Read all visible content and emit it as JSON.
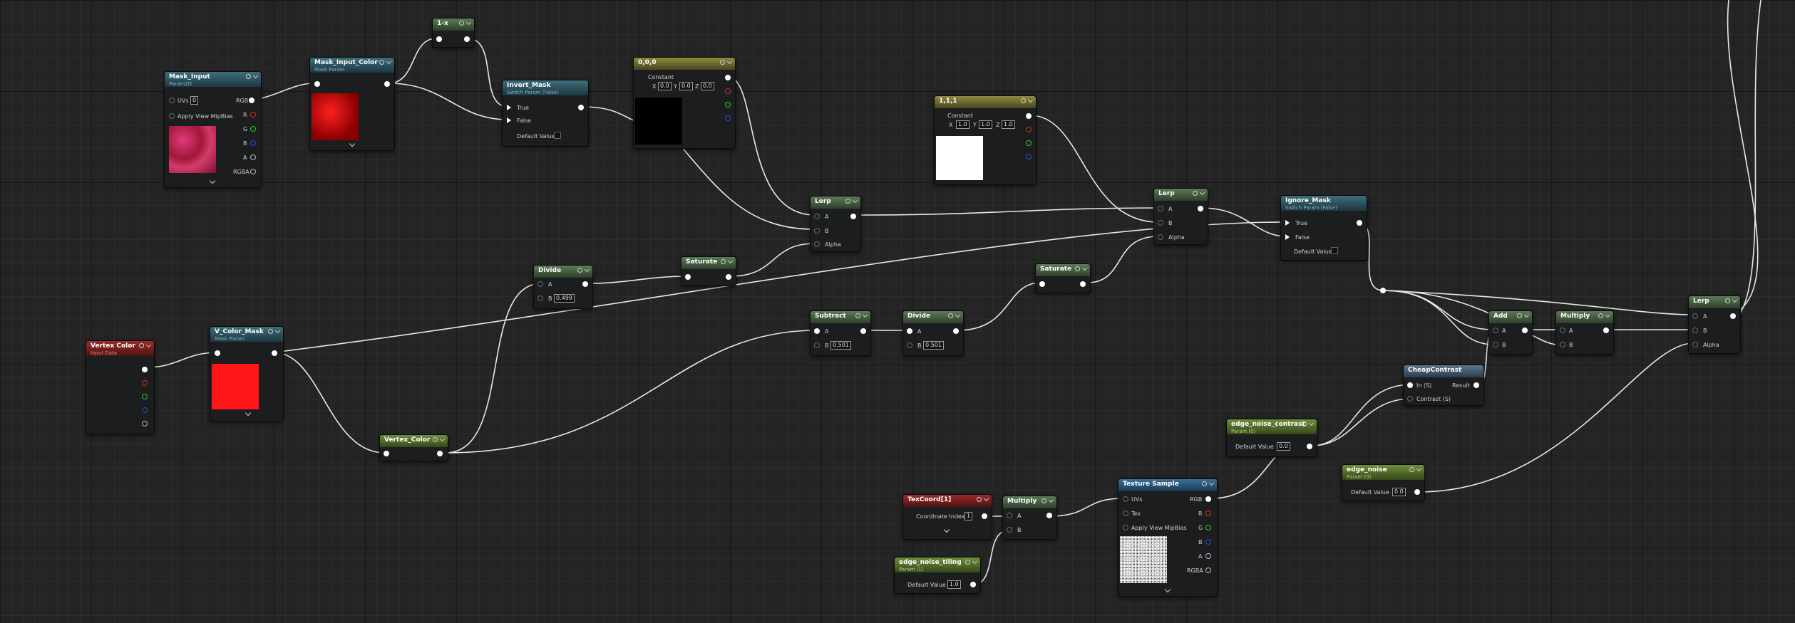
{
  "nodes": {
    "mask_input": {
      "title": "Mask_Input",
      "subtitle": "Param2D",
      "uvs_label": "UVs",
      "uvs_value": "0",
      "apply_view_mip": "Apply View MipBias",
      "out_rgb": "RGB",
      "out_r": "R",
      "out_g": "G",
      "out_b": "B",
      "out_a": "A",
      "out_rgba": "RGBA"
    },
    "mask_input_color": {
      "title": "Mask_Input_Color",
      "subtitle": "Mask Param"
    },
    "one_minus": {
      "title": "1-x"
    },
    "invert_mask": {
      "title": "Invert_Mask",
      "subtitle": "Switch Param (False)",
      "in_true": "True",
      "in_false": "False",
      "default_value": "Default Value"
    },
    "const_000": {
      "title": "0,0,0",
      "label": "Constant",
      "x_label": "X",
      "x_value": "0.0",
      "y_label": "Y",
      "y_value": "0.0",
      "z_label": "Z",
      "z_value": "0.0"
    },
    "const_111": {
      "title": "1,1,1",
      "label": "Constant",
      "x_label": "X",
      "x_value": "1.0",
      "y_label": "Y",
      "y_value": "1.0",
      "z_label": "Z",
      "z_value": "1.0"
    },
    "lerp1": {
      "title": "Lerp",
      "in_a": "A",
      "in_b": "B",
      "in_alpha": "Alpha"
    },
    "lerp2": {
      "title": "Lerp",
      "in_a": "A",
      "in_b": "B",
      "in_alpha": "Alpha"
    },
    "lerp3": {
      "title": "Lerp",
      "in_a": "A",
      "in_b": "B",
      "in_alpha": "Alpha"
    },
    "ignore_mask": {
      "title": "Ignore_Mask",
      "subtitle": "Switch Param (False)",
      "in_true": "True",
      "in_false": "False",
      "default_value": "Default Value"
    },
    "divide1": {
      "title": "Divide",
      "in_a": "A",
      "in_b": "B",
      "b_value": "0.499"
    },
    "saturate1": {
      "title": "Saturate"
    },
    "saturate2": {
      "title": "Saturate"
    },
    "subtract": {
      "title": "Subtract",
      "in_a": "A",
      "in_b": "B",
      "b_value": "0.501"
    },
    "divide2": {
      "title": "Divide",
      "in_a": "A",
      "in_b": "B",
      "b_value": "0.501"
    },
    "vertex_color_input": {
      "title": "Vertex Color",
      "subtitle": "Input Data"
    },
    "v_color_mask": {
      "title": "V_Color_Mask",
      "subtitle": "Mask Param"
    },
    "vertex_color_named": {
      "title": "Vertex_Color"
    },
    "add": {
      "title": "Add",
      "in_a": "A",
      "in_b": "B"
    },
    "multiply1": {
      "title": "Multiply",
      "in_a": "A",
      "in_b": "B"
    },
    "cheap_contrast": {
      "title": "CheapContrast",
      "in_in": "In (S)",
      "out_result": "Result",
      "in_contrast": "Contrast (S)"
    },
    "edge_noise_contrast": {
      "title": "edge_noise_contrast",
      "subtitle": "Param (0)",
      "default_value": "Default Value",
      "value": "0.0"
    },
    "edge_noise": {
      "title": "edge_noise",
      "subtitle": "Param (0)",
      "default_value": "Default Value",
      "value": "0.0"
    },
    "texcoord": {
      "title": "TexCoord[1]",
      "coord_index": "Coordinate Index",
      "coord_value": "1"
    },
    "multiply2": {
      "title": "Multiply",
      "in_a": "A",
      "in_b": "B"
    },
    "texture_sample": {
      "title": "Texture Sample",
      "uvs": "UVs",
      "tex": "Tex",
      "apply_view_mip": "Apply View MipBias",
      "out_rgb": "RGB",
      "out_r": "R",
      "out_g": "G",
      "out_b": "B",
      "out_a": "A",
      "out_rgba": "RGBA"
    },
    "edge_noise_tiling": {
      "title": "edge_noise_tiling",
      "subtitle": "Param (1)",
      "default_value": "Default Value",
      "value": "1.0"
    }
  },
  "colors": {
    "wire": "#e6e6e6",
    "mask_color": "#ff1a1a",
    "const_white": "#ffffff",
    "const_black": "#000000"
  }
}
